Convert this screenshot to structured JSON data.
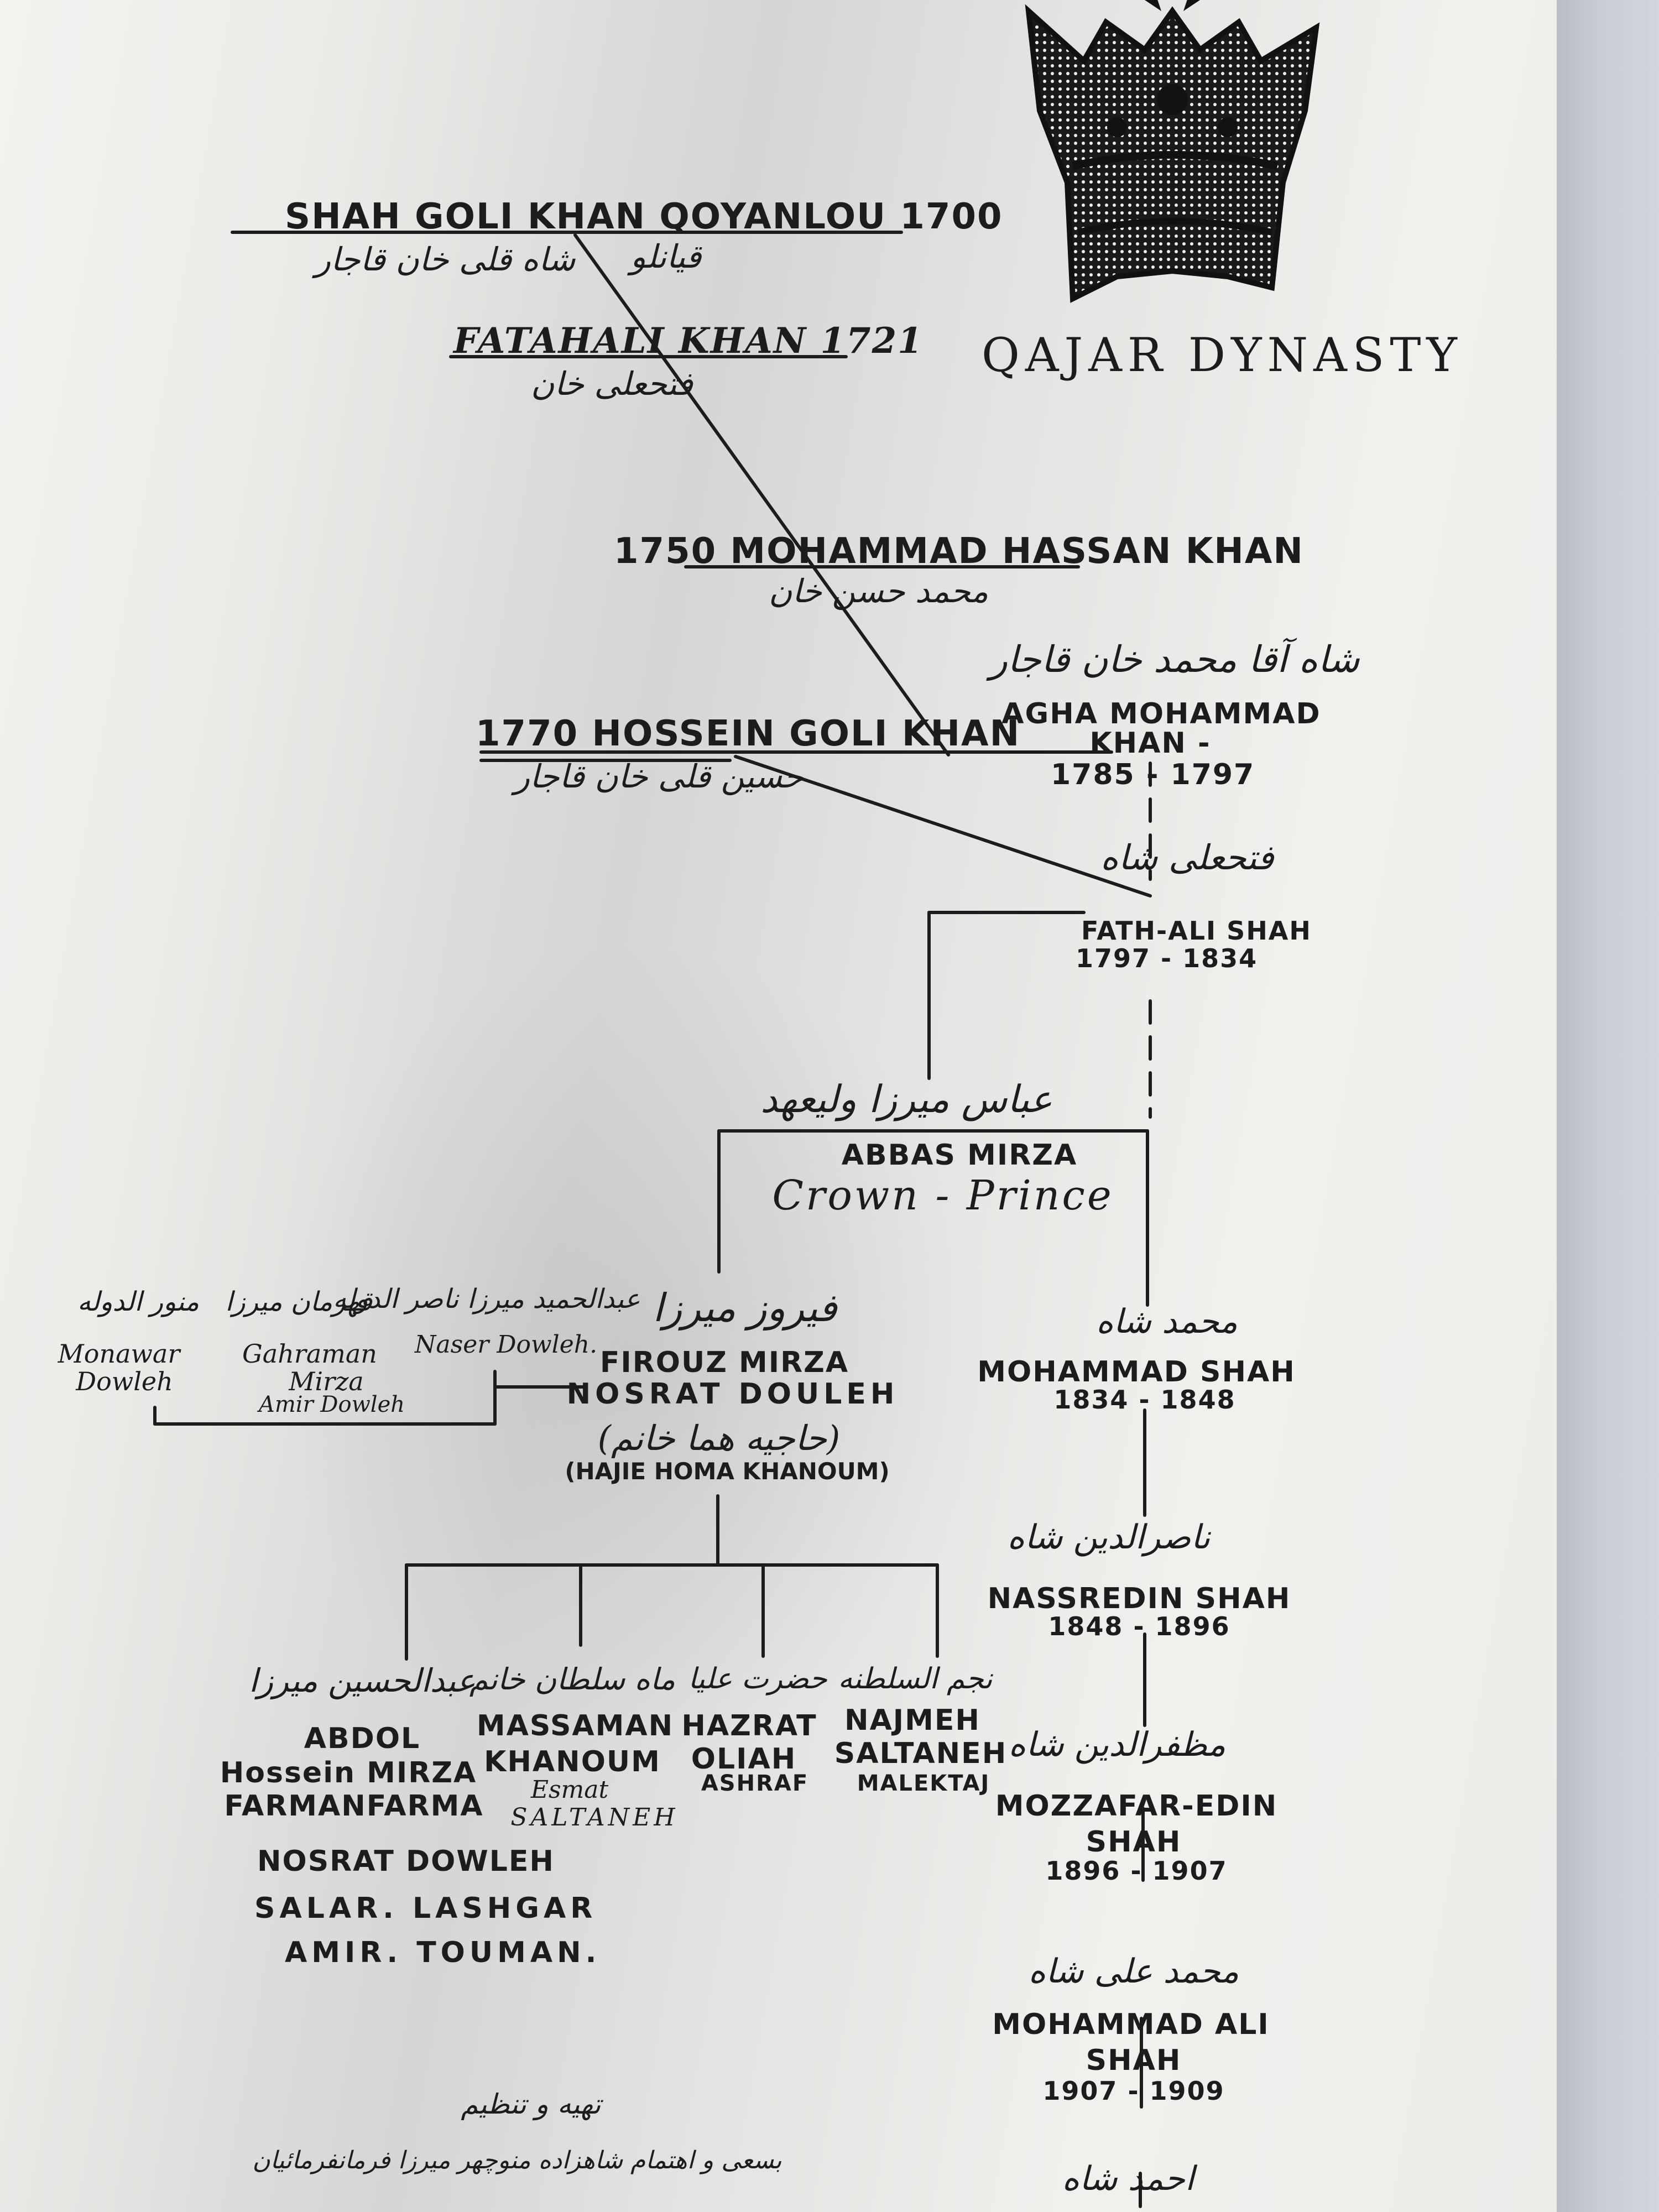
{
  "title": "QAJAR DYNASTY",
  "crown": {
    "icon": "crown-emblem-icon"
  },
  "colors": {
    "ink": "#1c1c1c",
    "paper": "#efefec",
    "background": "#c9ccd2"
  },
  "ancestors": [
    {
      "name": "SHAH GOLI KHAN   QOYANLOU  1700",
      "persian": "شاه قلی خان قاجار",
      "persian2": "قیانلو"
    },
    {
      "name": "FATAHALI KHAN 1721",
      "persian": "فتحعلی خان"
    },
    {
      "name": "1750  MOHAMMAD HASSAN KHAN",
      "persian": "محمد حسن خان"
    },
    {
      "name": "1770 HOSSEIN GOLI KHAN",
      "persian": "حسین قلی خان قاجار"
    }
  ],
  "agha": {
    "persian": "شاه آقا محمد خان قاجار",
    "name_line1": "AGHA MOHAMMAD",
    "name_line2": "KHAN -",
    "years": "1785 - 1797"
  },
  "fath_ali": {
    "persian": "فتحعلی شاه",
    "name": "FATH-ALI SHAH",
    "years": "1797 - 1834"
  },
  "abbas": {
    "persian": "عباس میرزا ولیعهد",
    "name": "ABBAS MIRZA",
    "subtitle": "Crown - Prince"
  },
  "firouz": {
    "persian": "فیروز میرزا",
    "name": "FIROUZ MIRZA",
    "title": "NOSRAT DOULEH",
    "wife_persian": "(حاجیه هما خانم)",
    "wife": "(HAJIE HOMA KHANOUM)"
  },
  "firouz_sons": [
    {
      "persian": "منور الدوله",
      "line1": "Monawar",
      "line2": "Dowleh"
    },
    {
      "persian": "قهرمان میرزا",
      "line1": "Gahraman",
      "line2": "Mirza",
      "line3": "Amir Dowleh"
    },
    {
      "persian": "عبدالحمید میرزا ناصر الدوله",
      "line1": "Naser Dowleh."
    }
  ],
  "children": [
    {
      "persian": "عبدالحسین میرزا",
      "line1": "ABDOL",
      "line2": "Hossein MIRZA",
      "line3": "FARMANFARMA"
    },
    {
      "persian": "ماه سلطان خانم",
      "line1": "MASSAMAN",
      "line2": "KHANOUM",
      "line3": "Esmat",
      "line4": "SALTANEH"
    },
    {
      "persian": "حضرت علیا",
      "line1": "HAZRAT",
      "line2": "OLIAH",
      "line3": "ASHRAF"
    },
    {
      "persian": "نجم السلطنه",
      "line1": "NAJMEH",
      "line2": "SALTANEH",
      "line3": "MALEKTAJ"
    }
  ],
  "abdol_titles": [
    "NOSRAT DOWLEH",
    "SALAR. LASHGAR",
    "AMIR. TOUMAN."
  ],
  "shahs": [
    {
      "persian": "محمد شاه",
      "name": "MOHAMMAD SHAH",
      "years": "1834 - 1848"
    },
    {
      "persian": "ناصرالدین شاه",
      "name": "NASSREDIN SHAH",
      "years": "1848 - 1896"
    },
    {
      "persian": "مظفرالدین شاه",
      "name": "MOZZAFAR-EDIN",
      "name2": "SHAH",
      "years": "1896 - 1907"
    },
    {
      "persian": "محمد علی شاه",
      "name": "MOHAMMAD ALI",
      "name2": "SHAH",
      "years": "1907 - 1909"
    },
    {
      "persian": "احمد شاه"
    }
  ],
  "footer": {
    "persian1": "تهیه و تنظیم",
    "persian2": "بسعی و اهتمام شاهزاده منوچهر میرزا فرمانفرمائیان"
  }
}
